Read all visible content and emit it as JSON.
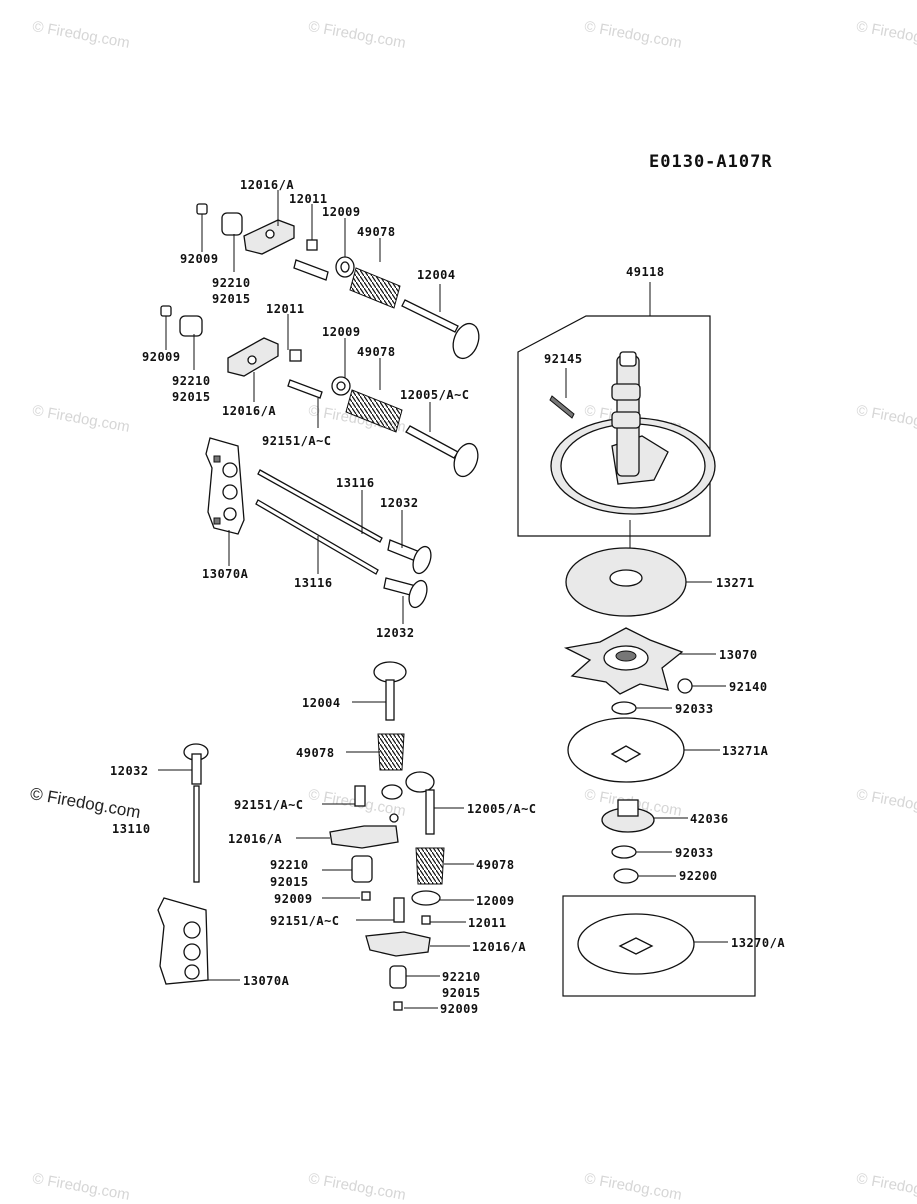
{
  "diagram_code": "E0130-A107R",
  "watermark": {
    "text": "© Firedog.com",
    "overlay_text": "© Firedog.com",
    "overlay_strike_text": "13110"
  },
  "part_labels": [
    {
      "id": "p01",
      "text": "12016/A"
    },
    {
      "id": "p02",
      "text": "12011"
    },
    {
      "id": "p03",
      "text": "12009"
    },
    {
      "id": "p04",
      "text": "49078"
    },
    {
      "id": "p05",
      "text": "12004"
    },
    {
      "id": "p06",
      "text": "92009"
    },
    {
      "id": "p07",
      "text": "92210"
    },
    {
      "id": "p08",
      "text": "92015"
    },
    {
      "id": "p09",
      "text": "12011"
    },
    {
      "id": "p10",
      "text": "12009"
    },
    {
      "id": "p11",
      "text": "49078"
    },
    {
      "id": "p12",
      "text": "92009"
    },
    {
      "id": "p13",
      "text": "92210"
    },
    {
      "id": "p14",
      "text": "92015"
    },
    {
      "id": "p15",
      "text": "12016/A"
    },
    {
      "id": "p16",
      "text": "12005/A~C"
    },
    {
      "id": "p17",
      "text": "92151/A~C"
    },
    {
      "id": "p18",
      "text": "13116"
    },
    {
      "id": "p19",
      "text": "12032"
    },
    {
      "id": "p20",
      "text": "13070A"
    },
    {
      "id": "p21",
      "text": "13116"
    },
    {
      "id": "p22",
      "text": "12032"
    },
    {
      "id": "p23",
      "text": "49118"
    },
    {
      "id": "p24",
      "text": "92145"
    },
    {
      "id": "p25",
      "text": "13271"
    },
    {
      "id": "p26",
      "text": "13070"
    },
    {
      "id": "p27",
      "text": "92140"
    },
    {
      "id": "p28",
      "text": "92033"
    },
    {
      "id": "p29",
      "text": "13271A"
    },
    {
      "id": "p30",
      "text": "42036"
    },
    {
      "id": "p31",
      "text": "92033"
    },
    {
      "id": "p32",
      "text": "92200"
    },
    {
      "id": "p33",
      "text": "13270/A"
    },
    {
      "id": "p34",
      "text": "12004"
    },
    {
      "id": "p35",
      "text": "49078"
    },
    {
      "id": "p36",
      "text": "92151/A~C"
    },
    {
      "id": "p37",
      "text": "12005/A~C"
    },
    {
      "id": "p38",
      "text": "12016/A"
    },
    {
      "id": "p39",
      "text": "92210"
    },
    {
      "id": "p40",
      "text": "92015"
    },
    {
      "id": "p41",
      "text": "49078"
    },
    {
      "id": "p42",
      "text": "92009"
    },
    {
      "id": "p43",
      "text": "12009"
    },
    {
      "id": "p44",
      "text": "92151/A~C"
    },
    {
      "id": "p45",
      "text": "12011"
    },
    {
      "id": "p46",
      "text": "12016/A"
    },
    {
      "id": "p47",
      "text": "92210"
    },
    {
      "id": "p48",
      "text": "92015"
    },
    {
      "id": "p49",
      "text": "92009"
    },
    {
      "id": "p50",
      "text": "12032"
    },
    {
      "id": "p51",
      "text": "13070A"
    }
  ]
}
